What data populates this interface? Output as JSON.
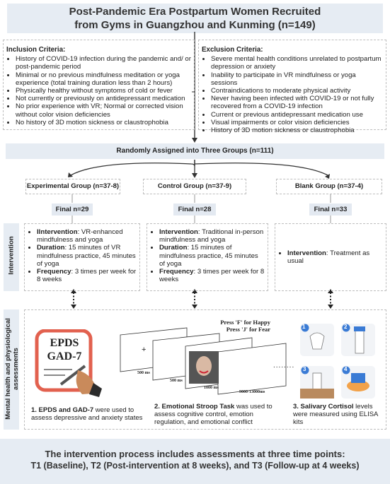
{
  "title": {
    "line1": "Post-Pandemic Era Postpartum Women Recruited",
    "line2": "from Gyms in Guangzhou and Kunming (n=149)"
  },
  "inclusion": {
    "heading": "Inclusion Criteria:",
    "items": [
      "History of COVID-19 infection during the pandemic and/ or post-pandemic period",
      "Minimal or no previous mindfulness meditation or yoga experience (total training duration less than 2 hours)",
      "Physically healthy without symptoms of cold or fever",
      "Not currently or previously on antidepressant medication",
      "No prior experience with VR; Normal or corrected vision without color vision deficiencies",
      "No history of 3D motion sickness or claustrophobia"
    ]
  },
  "exclusion": {
    "heading": "Exclusion Criteria:",
    "items": [
      "Severe mental health conditions unrelated to postpartum depression or anxiety",
      "Inability to participate in VR mindfulness or yoga sessions",
      "Contraindications to moderate physical activity",
      "Never having been infected with COVID-19 or not fully recovered from a COVID-19 infection",
      "Current or previous antidepressant medication use",
      "Visual impairments or color vision deficiencies",
      "History of 3D motion sickness or claustrophobia"
    ]
  },
  "randomization": "Randomly Assigned into Three Groups (n=111)",
  "groups": [
    {
      "name": "Experimental Group (n=37-8)",
      "final": "Final n=29"
    },
    {
      "name": "Control Group (n=37-9)",
      "final": "Final n=28"
    },
    {
      "name": "Blank Group (n=37-4)",
      "final": "Final n=33"
    }
  ],
  "side_labels": {
    "intervention": "Intervention",
    "assessment_line1": "Mental health and physiological",
    "assessment_line2": "assessments"
  },
  "interventions": {
    "experimental": {
      "k1": "IIntervention",
      "v1": ": VR-enhanced mindfulness and yoga",
      "k2": "Duration",
      "v2": ": 15 minutes of VR mindfulness practice, 45 minutes of yoga",
      "k3": "Frequency",
      "v3": ": 3 times per week for 8 weeks"
    },
    "control": {
      "k1": "Intervention",
      "v1": ": Traditional in-person mindfulness and yoga",
      "k2": "Duration",
      "v2": ": 15 minutes of mindfulness practice, 45 minutes of yoga",
      "k3": "Frequency",
      "v3": ": 3 times per week for 8 weeks"
    },
    "blank": {
      "k1": "Intervention",
      "v1": ": Treatment as usual"
    }
  },
  "assessments": {
    "epds_line1": "EPDS",
    "epds_line2": "GAD-7",
    "stroop": {
      "press1": "Press 'F' for Happy",
      "press2": "Press 'J' for Fear",
      "fixation": "+",
      "t1": "500 ms",
      "t2": "500 ms",
      "t3": "1000 ms",
      "t4": "9000-13000ms",
      "ellipsis": "........"
    },
    "cortisol_steps": [
      "1",
      "2",
      "3",
      "4"
    ],
    "captions": {
      "c1_bold": "1.  EPDS and GAD-7",
      "c1_rest": " were used to assess depressive and anxiety states",
      "c2_bold": "2. Emotional Stroop Task",
      "c2_rest": " was used to assess cognitive control, emotion regulation, and emotional conflict",
      "c3_bold": "3. Salivary Cortisol",
      "c3_rest": " levels were measured using ELISA kits"
    }
  },
  "footer": {
    "line1": "The intervention process includes assessments at three time points:",
    "line2": "T1 (Baseline), T2 (Post-intervention at 8 weeks), and T3 (Follow-up at 4 weeks)"
  },
  "colors": {
    "banner": "#e6ecf3",
    "dash": "#bdbdbd",
    "accent_blue": "#3a7bd5",
    "clipboard_red": "#e2614f"
  }
}
